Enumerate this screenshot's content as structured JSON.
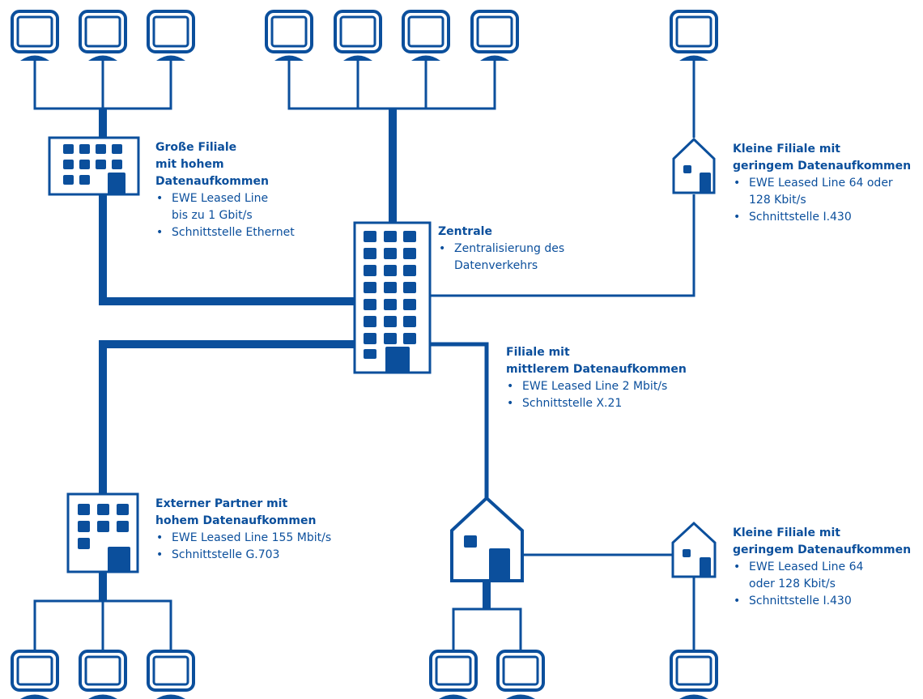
{
  "colors": {
    "primary": "#0b4f9c",
    "background": "#ffffff"
  },
  "nodes": {
    "grosse_filiale": {
      "title": [
        "Große Filiale",
        "mit hohem",
        "Datenaufkommen"
      ],
      "bullets": [
        "EWE Leased Line\nbis zu 1 Gbit/s",
        "Schnittstelle Ethernet"
      ],
      "icon": "office-building-icon"
    },
    "zentrale": {
      "title": [
        "Zentrale"
      ],
      "bullets": [
        "Zentralisierung des\nDatenverkehrs"
      ],
      "icon": "tower-building-icon"
    },
    "kleine_filiale_oben": {
      "title": [
        "Kleine Filiale mit",
        "geringem Datenaufkommen"
      ],
      "bullets": [
        "EWE Leased Line 64 oder\n128 Kbit/s",
        "Schnittstelle I.430"
      ],
      "icon": "small-house-icon"
    },
    "filiale_mittel": {
      "title": [
        "Filiale mit",
        "mittlerem Datenaufkommen"
      ],
      "bullets": [
        "EWE Leased Line 2 Mbit/s",
        "Schnittstelle X.21"
      ],
      "icon": "house-icon"
    },
    "externer_partner": {
      "title": [
        "Externer Partner mit",
        "hohem Datenaufkommen"
      ],
      "bullets": [
        "EWE Leased Line 155 Mbit/s",
        "Schnittstelle G.703"
      ],
      "icon": "office-building-icon"
    },
    "kleine_filiale_unten": {
      "title": [
        "Kleine Filiale mit",
        "geringem Datenaufkommen"
      ],
      "bullets": [
        "EWE Leased Line 64\noder 128 Kbit/s",
        "Schnittstelle I.430"
      ],
      "icon": "small-house-icon"
    }
  },
  "terminals": {
    "icon": "monitor-icon"
  }
}
